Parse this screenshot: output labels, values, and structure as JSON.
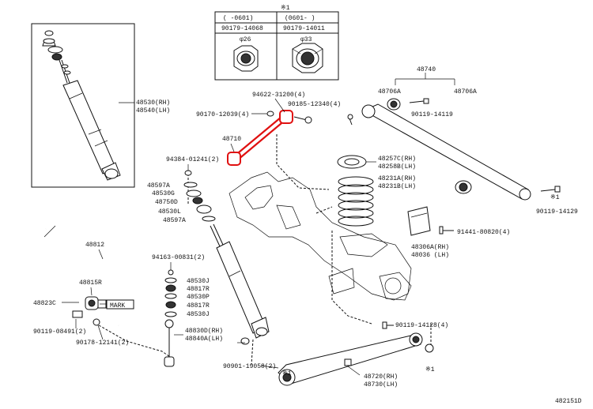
{
  "diagram_id": "482151D",
  "inset": {
    "mark": "※1",
    "col1_range": "(    -0601)",
    "col2_range": "(0601-    )",
    "col1_part": "90179-14068",
    "col2_part": "90179-14011",
    "col1_dim": "φ26",
    "col2_dim": "φ33"
  },
  "labels": {
    "shock_rh": "48530(RH)",
    "shock_lh": "48540(LH)",
    "p48740": "48740",
    "p48706a_1": "48706A",
    "p48706a_2": "48706A",
    "p90119_14119_a": "90119-14119",
    "p90119_14129": "90119-14129",
    "p94622": "94622-31200(4)",
    "p90170": "90170-12039(4)",
    "p90185": "90185-12340(4)",
    "p48710": "48710",
    "p94384": "94384-01241(2)",
    "p48257c": "48257C(RH)",
    "p48258b": "48258B(LH)",
    "p48231a": "48231A(RH)",
    "p48231b": "48231B(LH)",
    "p48597a_1": "48597A",
    "p48530g": "48530G",
    "p48750d": "48750D",
    "p48530l": "48530L",
    "p48597a_2": "48597A",
    "p91441": "91441-80820(4)",
    "p48306a": "48306A(RH)",
    "p48036": "48036  (LH)",
    "p48812": "48812",
    "p94163": "94163-00831(2)",
    "p48530j_1": "48530J",
    "p48817r_1": "48817R",
    "p48530p": "48530P",
    "p48817r_2": "48817R",
    "p48530j_2": "48530J",
    "p48815r": "48815R",
    "p48823c": "48823C",
    "mark": "MARK",
    "p90119_08491": "90119-08491(2)",
    "p90178_12141": "90178-12141(2)",
    "p48830d": "48830D(RH)",
    "p48840a": "48840A(LH)",
    "p90119_14128": "90119-14128(4)",
    "p90901": "90901-19058(2)",
    "p48720": "48720(RH)",
    "p48730": "48730(LH)",
    "mark1_a": "※1",
    "mark1_b": "※1",
    "mark1_c": "※1"
  },
  "colors": {
    "highlight": "#e01010",
    "ink": "#111111"
  }
}
